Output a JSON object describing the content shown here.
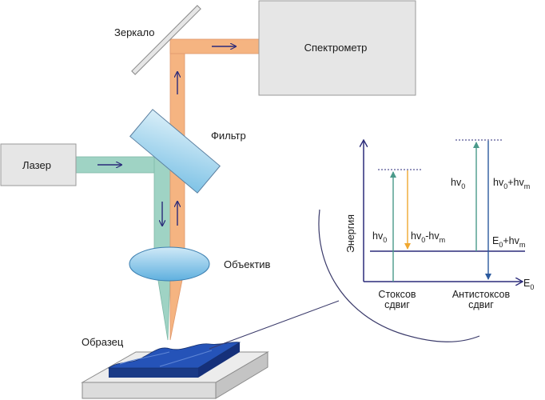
{
  "components": {
    "laser": "Лазер",
    "spectrometer": "Спектрометр",
    "mirror": "Зеркало",
    "filter": "Фильтр",
    "objective": "Объектив",
    "sample": "Образец"
  },
  "energy_diagram": {
    "axis_y": "Энергия",
    "axis_x_main": "E",
    "axis_x_sub": "0",
    "level_label_main": "E",
    "level_label_sub": "0",
    "level_label_rest": "+hv",
    "level_label_sub2": "m",
    "stokes": {
      "up_main": "hv",
      "up_sub": "0",
      "down_main": "hv",
      "down_sub": "0",
      "down_rest": "-hv",
      "down_sub2": "m",
      "caption_line1": "Стоксов",
      "caption_line2": "сдвиг"
    },
    "antistokes": {
      "up_main": "hv",
      "up_sub": "0",
      "down_main": "hv",
      "down_sub": "0",
      "down_rest": "+hv",
      "down_sub2": "m",
      "caption_line1": "Антистоксов",
      "caption_line2": "сдвиг"
    }
  },
  "colors": {
    "green_beam": "#9fd3c4",
    "orange_beam": "#f5b481",
    "arrow": "#2a2a7a",
    "box_fill": "#e6e6e6",
    "box_stroke": "#9a9a9a",
    "filter_fill": "#a9d8ee",
    "lens_fill": "#8cc8e8",
    "sample_fill": "#1d3f8f",
    "axis": "#2b2b7a",
    "stokes_up": "#4a9a8a",
    "stokes_down": "#f0a830",
    "antistokes_up": "#4a9a8a",
    "antistokes_down": "#2c5a9e"
  }
}
